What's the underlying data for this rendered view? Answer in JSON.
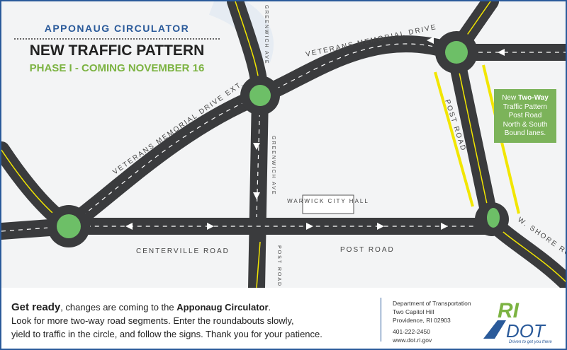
{
  "header": {
    "subtitle": "APPONAUG CIRCULATOR",
    "title": "NEW TRAFFIC PATTERN",
    "phase": "PHASE I - COMING NOVEMBER 16"
  },
  "map": {
    "roads": {
      "veterans": "VETERANS MEMORIAL DRIVE",
      "veterans_ext": "VETERANS MEMORIAL DRIVE EXT.",
      "greenwich_top": "GREENWICH AVE",
      "greenwich_mid": "GREENWICH AVE",
      "post_road_n": "POST ROAD",
      "centerville": "CENTERVILLE ROAD",
      "post_road": "POST ROAD",
      "post_road_s": "POST ROAD",
      "w_shore": "W. SHORE ROAD"
    },
    "landmark": "WARWICK CITY HALL"
  },
  "callout": {
    "line1_pre": "New ",
    "line1_bold": "Two-Way",
    "rest": [
      "Traffic Pattern",
      "Post Road",
      "North & South",
      "Bound lanes."
    ]
  },
  "footer": {
    "bold1": "Get ready",
    "text1": ", changes are coming to the ",
    "bold2": "Apponaug Circulator",
    "text2": ".",
    "line2": "Look for more two-way road segments. Enter the roundabouts slowly,",
    "line3": "yield to traffic in the circle, and follow the signs. Thank you for your patience."
  },
  "contact": {
    "dept": "Department of Transportation",
    "street": "Two Capitol Hill",
    "city": "Providence, RI 02903",
    "phone": "401-222-2450",
    "web": "www.dot.ri.gov"
  },
  "logo": {
    "text_ri": "RI",
    "text_dot": "DOT",
    "tagline": "Driven to get you there"
  },
  "colors": {
    "road": "#3a3b3d",
    "center": "#f2e600",
    "roundabout": "#6dbf67",
    "blue": "#2a5a9a",
    "green": "#7cb342"
  }
}
